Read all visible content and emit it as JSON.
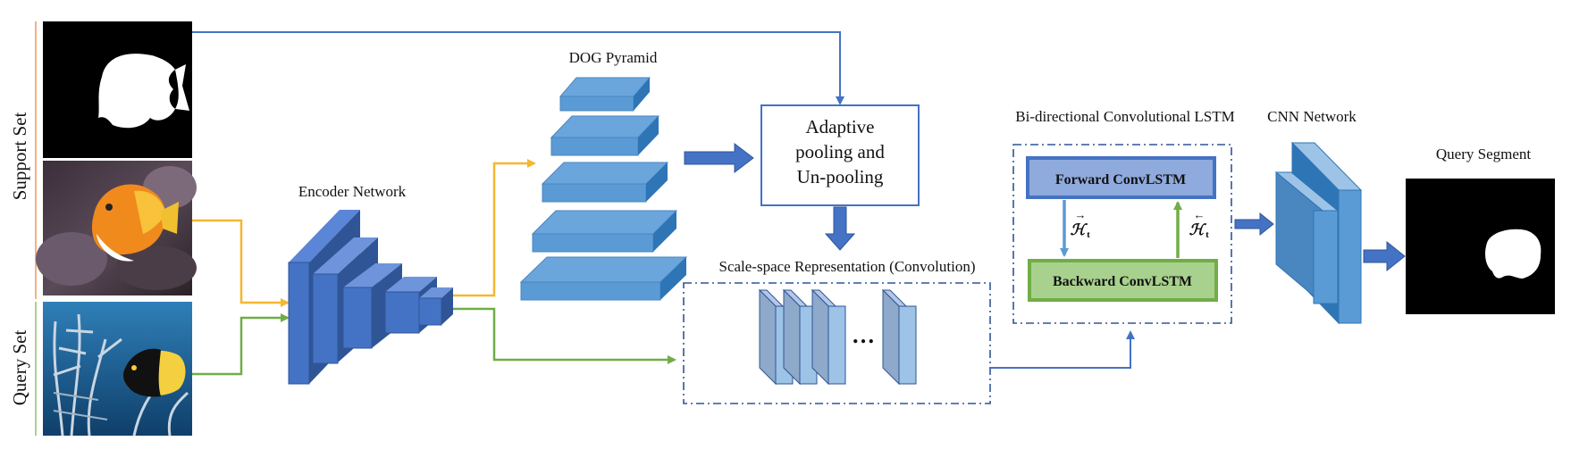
{
  "labels": {
    "support_set": "Support Set",
    "query_set": "Query Set",
    "encoder_network": "Encoder Network",
    "dog_pyramid": "DOG Pyramid",
    "adaptive_line1": "Adaptive",
    "adaptive_line2": "pooling and",
    "adaptive_line3": "Un-pooling",
    "scale_space": "Scale-space Representation (Convolution)",
    "ellipsis": "…",
    "bi_lstm_title": "Bi-directional Convolutional LSTM",
    "forward_convlstm": "Forward ConvLSTM",
    "backward_convlstm": "Backward ConvLSTM",
    "h_forward": "ℋ",
    "h_forward_sub": "t",
    "h_forward_arrow": "→",
    "h_backward": "ℋ",
    "h_backward_sub": "t",
    "h_backward_arrow": "←",
    "cnn_network": "CNN Network",
    "query_segment": "Query Segment"
  },
  "colors": {
    "blue_arrow": "#4472c4",
    "yellow_arrow": "#f4b731",
    "green_arrow": "#70ad47",
    "encoder_fill": "#4472c4",
    "pyramid_fill": "#5b9bd5",
    "forward_fill": "#8faadc",
    "forward_border": "#4472c4",
    "backward_fill": "#a9d18e",
    "backward_border": "#70ad47",
    "support_bracket": "#f4b183",
    "query_bracket": "#a9d18e"
  }
}
